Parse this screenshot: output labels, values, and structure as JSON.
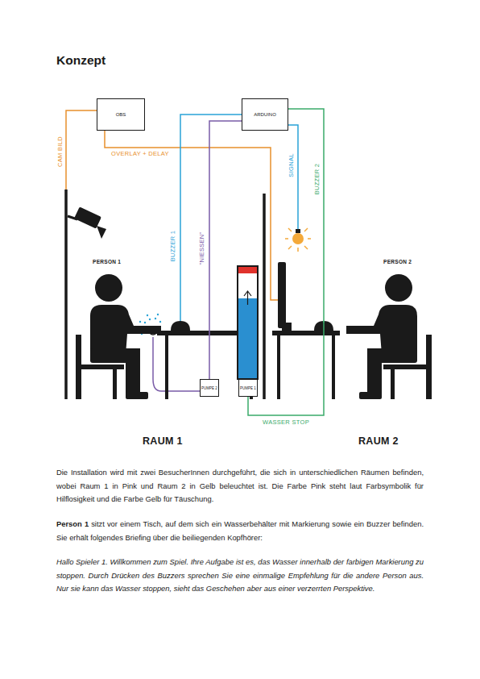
{
  "diagram": {
    "title": "Konzept",
    "nodes": [
      {
        "text": [
          "OBS"
        ]
      },
      {
        "text": [
          "ARDUINO"
        ]
      },
      {
        "text": [
          "PUMPE 2"
        ]
      },
      {
        "text": [
          "PUMPE 1"
        ]
      }
    ],
    "edges": [
      {
        "from": 1,
        "to": 2,
        "label": "\"NIESSEN\"",
        "arrow": "none"
      },
      {
        "from": 1,
        "to": 3,
        "label": "WASSER STOP",
        "arrow": "none"
      }
    ],
    "labels": [
      "CAM BILD",
      "OVERLAY + DELAY",
      "BUZZER 1",
      "SIGNAL",
      "BUZZER 2",
      "PERSON 1",
      "PERSON 2",
      "RAUM 1",
      "RAUM 2",
      "Die Installation wird mit zwei BesucherInnen durchgeführt, die sich in unterschiedlichen Räumen befinden, wobei Raum 1 in Pink und Raum 2 in Gelb beleuchtet ist. Die Farbe Pink steht laut Farbsymbolik für Hilflosigkeit und die Farbe Gelb für Täuschung.",
      "Person 1",
      "sitzt vor einem Tisch, auf dem sich ein Wasserbehälter mit Markierung sowie ein Buzzer befinden. Sie erhält folgendes Briefing über die beiliegenden Kopfhörer:",
      "Hallo Spieler 1. Willkommen zum Spiel. Ihre Aufgabe ist es, das Wasser innerhalb der farbigen Markierung zu stoppen. Durch Drücken des Buzzers sprechen Sie eine einmalige Empfehlung für die andere Person aus. Nur sie kann das Wasser stoppen, sieht das Geschehen aber aus einer verzerrten Perspektive."
    ]
  }
}
